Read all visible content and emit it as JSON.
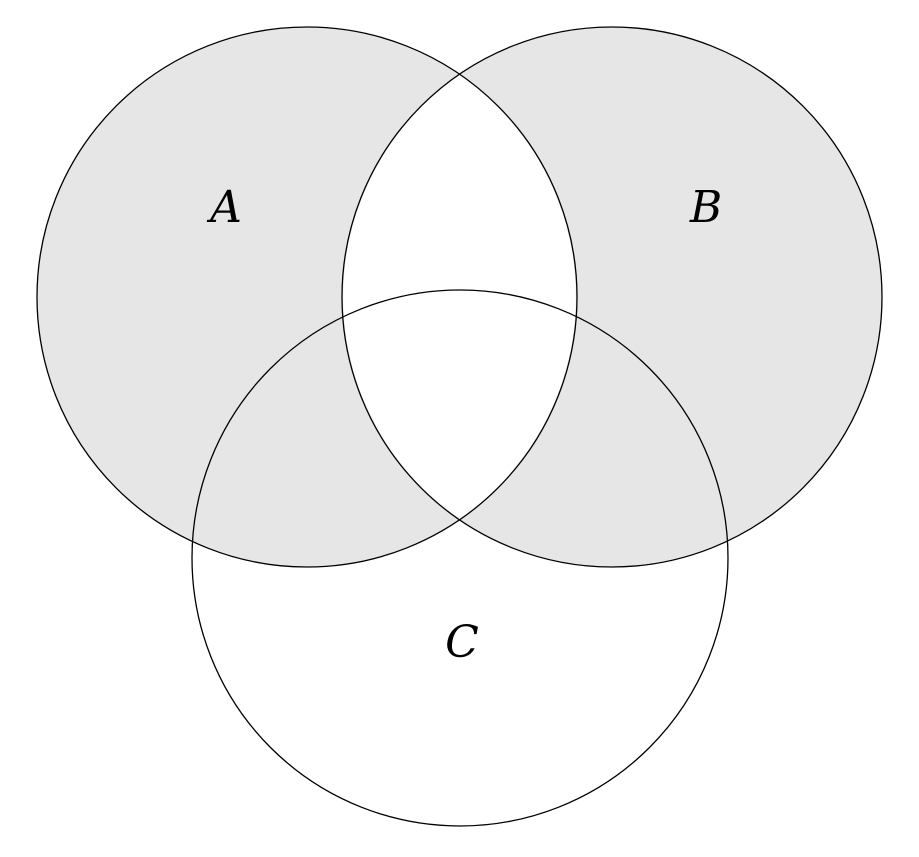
{
  "diagram": {
    "type": "venn-3-sets",
    "title": "Venn diagram of sets A, B, C with symmetric difference of A and B shaded",
    "labels": {
      "a": "A",
      "b": "B",
      "c": "C"
    },
    "shaded_region": "(A ∪ B) \\ (A ∩ B)",
    "unshaded_regions": [
      "A ∩ B",
      "C \\ (A ∪ B)"
    ],
    "colors": {
      "shaded": "#e6e6e6",
      "outline": "#000000",
      "background": "#ffffff"
    }
  }
}
